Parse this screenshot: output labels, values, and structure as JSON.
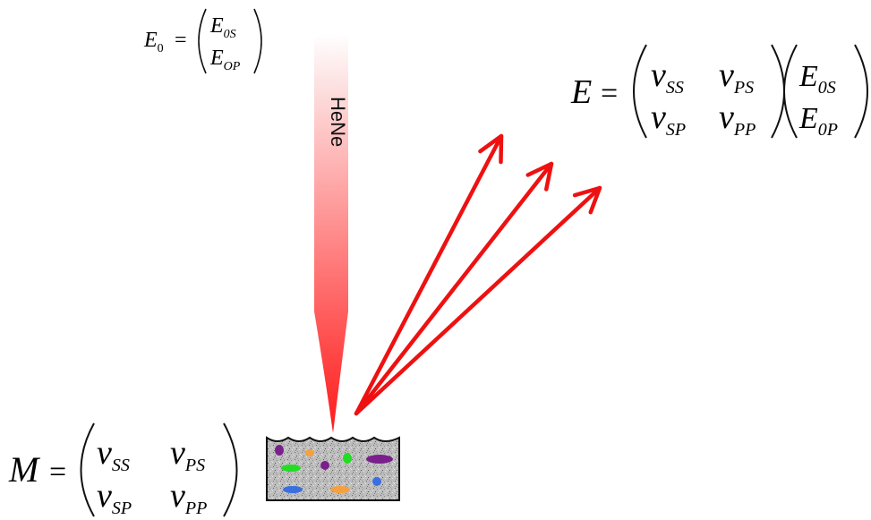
{
  "laser": {
    "label": "HeNe",
    "color": "#ff1a1a"
  },
  "arrow_color": "#ee1111",
  "sample": {
    "particle_colors": [
      "#7a1f8c",
      "#f5a040",
      "#22dd22",
      "#3a6fe0"
    ]
  },
  "incident_field": {
    "lhs": "E",
    "lhs_sub": "0",
    "entries": [
      {
        "base": "E",
        "sub": "0S"
      },
      {
        "base": "E",
        "sub": "OP"
      }
    ]
  },
  "scattered_field": {
    "lhs": "E",
    "matrix": [
      [
        {
          "base": "ν",
          "sub": "SS"
        },
        {
          "base": "ν",
          "sub": "PS"
        }
      ],
      [
        {
          "base": "ν",
          "sub": "SP"
        },
        {
          "base": "ν",
          "sub": "PP"
        }
      ]
    ],
    "vector": [
      {
        "base": "E",
        "sub": "0S"
      },
      {
        "base": "E",
        "sub": "0P"
      }
    ]
  },
  "mueller_matrix": {
    "lhs": "M",
    "matrix": [
      [
        {
          "base": "ν",
          "sub": "SS"
        },
        {
          "base": "ν",
          "sub": "PS"
        }
      ],
      [
        {
          "base": "ν",
          "sub": "SP"
        },
        {
          "base": "ν",
          "sub": "PP"
        }
      ]
    ]
  }
}
